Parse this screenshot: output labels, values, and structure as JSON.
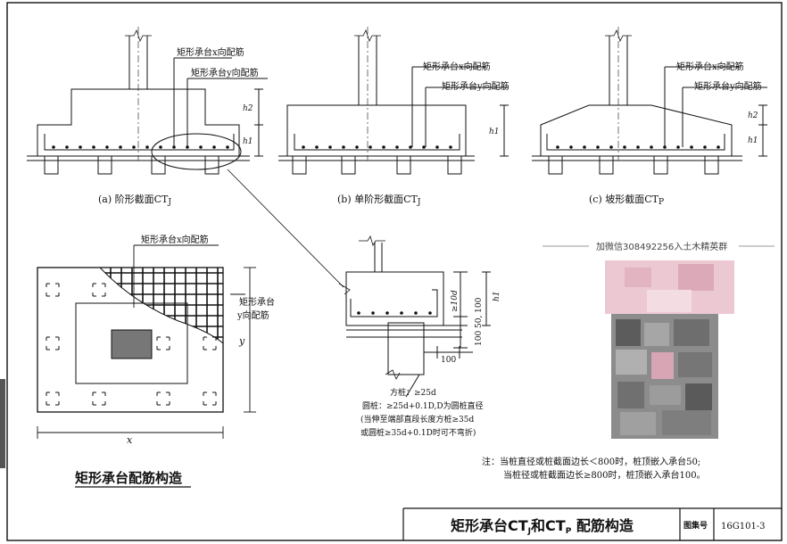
{
  "captions": {
    "a": "(a) 阶形截面CT",
    "a_sub": "J",
    "b": "(b) 单阶形截面CT",
    "b_sub": "J",
    "c": "(c) 坡形截面CT",
    "c_sub": "P"
  },
  "labels": {
    "x_rebar": "矩形承台x向配筋",
    "y_rebar": "矩形承台y向配筋",
    "plan_x_rebar": "矩形承台x向配筋",
    "plan_y_rebar_1": "矩形承台",
    "plan_y_rebar_2": "y向配筋",
    "h1": "h1",
    "h2": "h2",
    "dim_x": "x",
    "dim_y": "y",
    "dim_10d": "≥10d",
    "dim_50_100": "50, 100",
    "dim_100_a": "100",
    "dim_100_b": "100"
  },
  "plan_title": "矩形承台配筋构造",
  "anchor_notes": [
    "方桩：≥25d",
    "圆桩：≥25d+0.1D,D为圆桩直径",
    "(当伸至端部直段长度方桩≥35d",
    "或圆桩≥35d+0.1D时可不弯折)"
  ],
  "notes": [
    "注：当桩直径或桩截面边长＜800时，桩顶嵌入承台50;",
    "当桩径或桩截面边长≥800时，桩顶嵌入承台100。"
  ],
  "watermark": "加微信308492256入土木精英群",
  "title_block": {
    "title_main": "矩形承台CT",
    "title_sub1": "J",
    "title_mid": "和CT",
    "title_sub2": "P",
    "title_end": " 配筋构造",
    "atlas_label": "图集号",
    "atlas_number": "16G101-3"
  },
  "colors": {
    "line": "#111111",
    "hatch": "#888888",
    "blur_pink": "#e8c6cf",
    "blur_gray": "#8a8a8a"
  }
}
